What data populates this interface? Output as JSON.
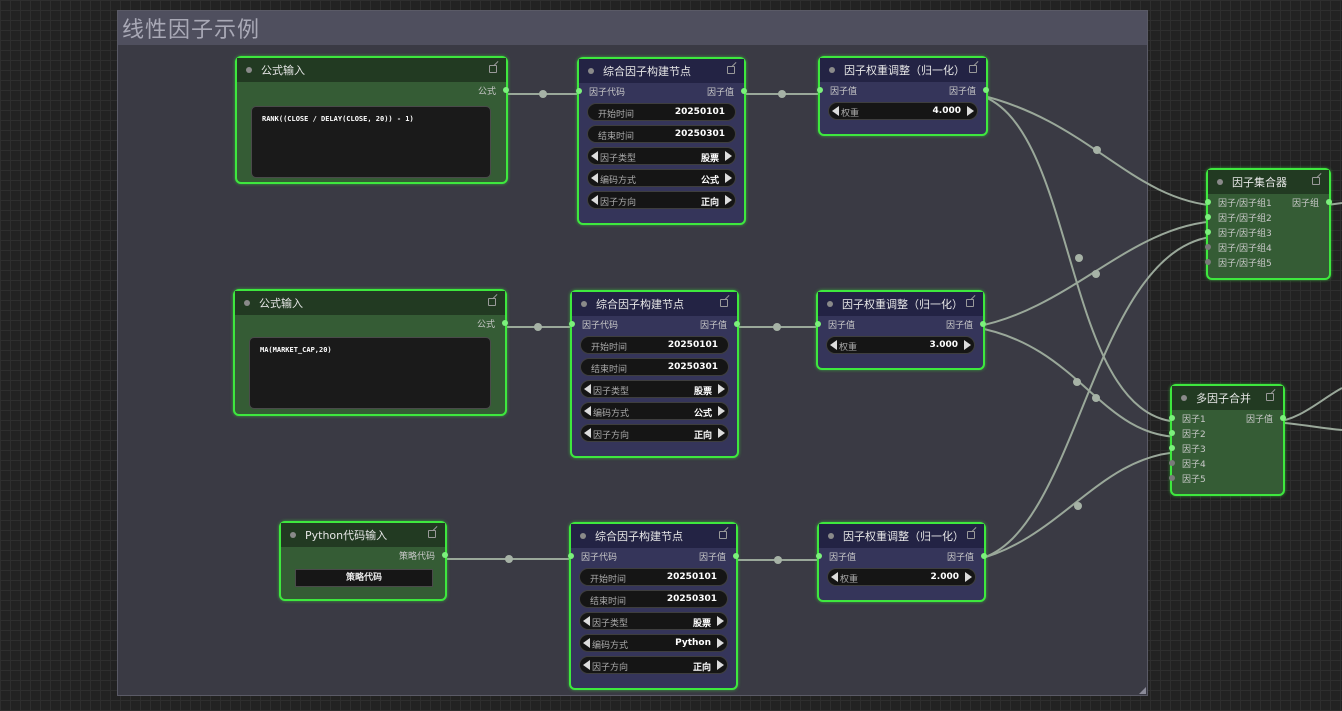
{
  "group": {
    "title": "线性因子示例"
  },
  "formula_nodes": [
    {
      "title": "公式输入",
      "output_label": "公式",
      "formula": "RANK((CLOSE / DELAY(CLOSE, 20)) - 1)"
    },
    {
      "title": "公式输入",
      "output_label": "公式",
      "formula": "MA(MARKET_CAP,20)"
    }
  ],
  "python_node": {
    "title": "Python代码输入",
    "output_label": "策略代码",
    "button_label": "策略代码"
  },
  "build_nodes": [
    {
      "title": "综合因子构建节点",
      "input_label": "因子代码",
      "output_label": "因子值",
      "start_label": "开始时间",
      "start_value": "20250101",
      "end_label": "结束时间",
      "end_value": "20250301",
      "type_label": "因子类型",
      "type_value": "股票",
      "encoding_label": "编码方式",
      "encoding_value": "公式",
      "direction_label": "因子方向",
      "direction_value": "正向"
    },
    {
      "title": "综合因子构建节点",
      "input_label": "因子代码",
      "output_label": "因子值",
      "start_label": "开始时间",
      "start_value": "20250101",
      "end_label": "结束时间",
      "end_value": "20250301",
      "type_label": "因子类型",
      "type_value": "股票",
      "encoding_label": "编码方式",
      "encoding_value": "公式",
      "direction_label": "因子方向",
      "direction_value": "正向"
    },
    {
      "title": "综合因子构建节点",
      "input_label": "因子代码",
      "output_label": "因子值",
      "start_label": "开始时间",
      "start_value": "20250101",
      "end_label": "结束时间",
      "end_value": "20250301",
      "type_label": "因子类型",
      "type_value": "股票",
      "encoding_label": "编码方式",
      "encoding_value": "Python",
      "direction_label": "因子方向",
      "direction_value": "正向"
    }
  ],
  "weight_nodes": [
    {
      "title": "因子权重调整（归一化）",
      "input_label": "因子值",
      "output_label": "因子值",
      "weight_label": "权重",
      "weight_value": "4.000"
    },
    {
      "title": "因子权重调整（归一化）",
      "input_label": "因子值",
      "output_label": "因子值",
      "weight_label": "权重",
      "weight_value": "3.000"
    },
    {
      "title": "因子权重调整（归一化）",
      "input_label": "因子值",
      "output_label": "因子值",
      "weight_label": "权重",
      "weight_value": "2.000"
    }
  ],
  "collector_node": {
    "title": "因子集合器",
    "output_label": "因子组",
    "inputs": [
      "因子/因子组1",
      "因子/因子组2",
      "因子/因子组3",
      "因子/因子组4",
      "因子/因子组5"
    ]
  },
  "merge_node": {
    "title": "多因子合并",
    "output_label": "因子值",
    "inputs": [
      "因子1",
      "因子2",
      "因子3",
      "因子4",
      "因子5"
    ]
  },
  "colors": {
    "node_border": "#3ee83e",
    "port_active": "#7cf07c",
    "wire": "#9aa89a"
  }
}
